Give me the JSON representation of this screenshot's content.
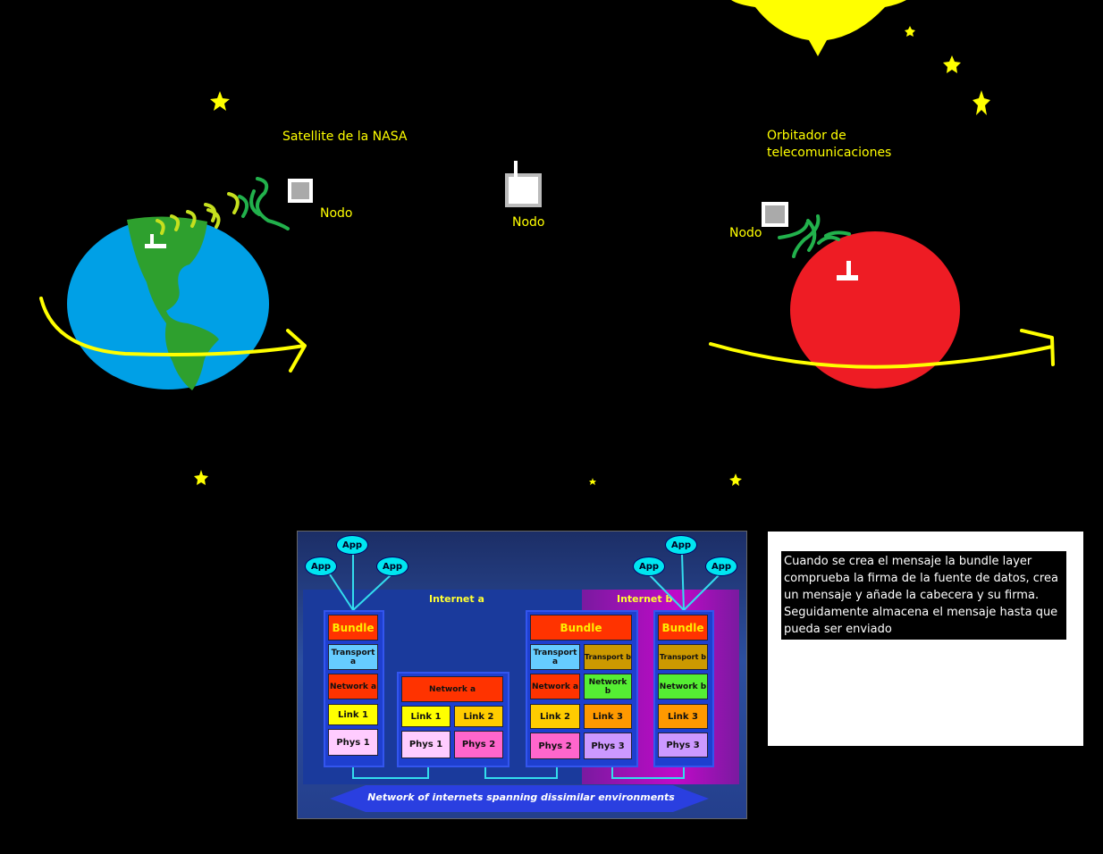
{
  "labels": {
    "nasa_satellite": "Satellite de la NASA",
    "node_left": "Nodo",
    "node_middle": "Nodo",
    "node_right": "Nodo",
    "orbiter_line1": "Orbitador de",
    "orbiter_line2": "telecomunicaciones"
  },
  "colors": {
    "earth_ocean": "#00a0e6",
    "earth_land": "#2ea02e",
    "mars": "#ee1c24",
    "orbit": "#ffff00",
    "label": "#ffff00",
    "signal_light": "#c6e01e",
    "signal_dark": "#22b14c"
  },
  "figure": {
    "internet_a": "Internet a",
    "internet_b": "Internet b",
    "app": "App",
    "bundle": "Bundle",
    "transport_a": "Transport a",
    "transport_b": "Transport b",
    "network_a": "Network a",
    "network_b": "Network b",
    "link1": "Link 1",
    "link2": "Link 2",
    "link3": "Link 3",
    "phys1": "Phys 1",
    "phys2": "Phys 2",
    "phys3": "Phys 3",
    "caption": "Network of  internets spanning dissimilar environments"
  },
  "note": {
    "text": "Cuando se crea el mensaje la bundle layer comprueba la firma de la fuente de datos, crea un mensaje y añade la cabecera y su firma. Seguidamente almacena el mensaje hasta que pueda ser enviado"
  }
}
